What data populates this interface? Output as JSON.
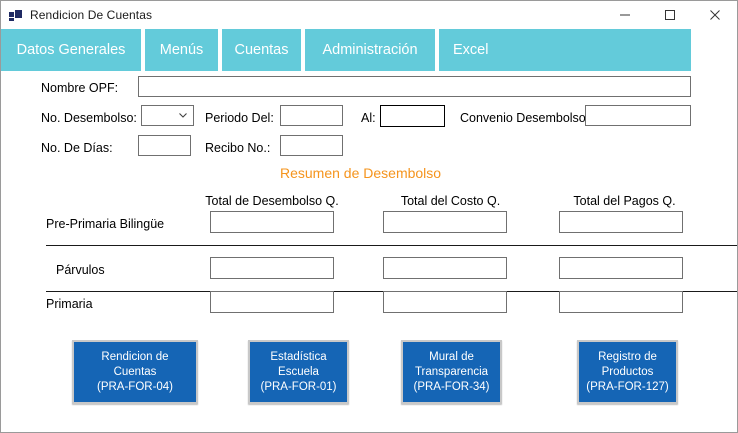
{
  "window": {
    "title": "Rendicion De Cuentas",
    "icon": "app-window-icon",
    "controls": {
      "minimize": "minimize-icon",
      "maximize": "maximize-icon",
      "close": "close-icon"
    }
  },
  "colors": {
    "tab_bar": "#63CBDA",
    "tab_text": "#FFFFFF",
    "section_title": "#F5941D",
    "button_fill": "#1565B5",
    "button_border": "#C8C8C8",
    "input_border": "#707070",
    "focused_input_border": "#000000"
  },
  "tabs": [
    {
      "label": "Datos Generales"
    },
    {
      "label": "Menús"
    },
    {
      "label": "Cuentas"
    },
    {
      "label": "Administración"
    },
    {
      "label": "Excel"
    }
  ],
  "form": {
    "fields": [
      {
        "label": "Nombre OPF:",
        "value": "",
        "type": "text"
      },
      {
        "label": "No. Desembolso:",
        "value": "",
        "type": "combo"
      },
      {
        "label": "Periodo Del:",
        "value": "",
        "type": "text"
      },
      {
        "label": "Al:",
        "value": "",
        "type": "text",
        "focused": true
      },
      {
        "label": "Convenio Desembolso",
        "value": "",
        "type": "text"
      },
      {
        "label": "No. De Días:",
        "value": "",
        "type": "text"
      },
      {
        "label": "Recibo No.:",
        "value": "",
        "type": "text"
      }
    ]
  },
  "summary": {
    "title": "Resumen de Desembolso",
    "columns": [
      "Total de Desembolso Q.",
      "Total del Costo Q.",
      "Total del Pagos Q."
    ],
    "rows": [
      {
        "label": "Pre-Primaria Bilingüe",
        "values": [
          "",
          "",
          ""
        ]
      },
      {
        "label": "Párvulos",
        "values": [
          "",
          "",
          ""
        ]
      },
      {
        "label": "Primaria",
        "values": [
          "",
          "",
          ""
        ]
      }
    ]
  },
  "actions": [
    {
      "line1": "Rendicion de",
      "line2": "Cuentas",
      "line3": "(PRA-FOR-04)"
    },
    {
      "line1": "Estadística",
      "line2": "Escuela",
      "line3": "(PRA-FOR-01)"
    },
    {
      "line1": "Mural de",
      "line2": "Transparencia",
      "line3": "(PRA-FOR-34)"
    },
    {
      "line1": "Registro de",
      "line2": "Productos",
      "line3": "(PRA-FOR-127)"
    }
  ]
}
